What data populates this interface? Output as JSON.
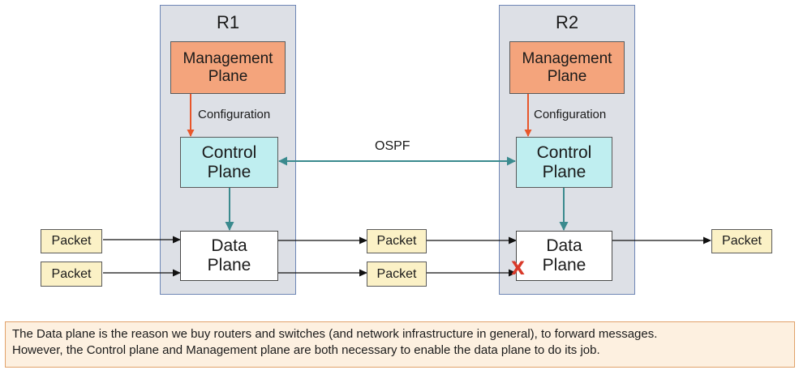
{
  "routers": [
    {
      "title": "R1",
      "management": "Management\nPlane",
      "config_label": "Configuration",
      "control": "Control\nPlane",
      "data": "Data\nPlane"
    },
    {
      "title": "R2",
      "management": "Management\nPlane",
      "config_label": "Configuration",
      "control": "Control\nPlane",
      "data": "Data\nPlane"
    }
  ],
  "protocol_label": "OSPF",
  "packet_label": "Packet",
  "drop_mark": "X",
  "colors": {
    "router_fill": "#dde0e6",
    "management_fill": "#f4a47c",
    "control_fill": "#bfeef0",
    "packet_fill": "#fbf1c6",
    "config_arrow": "#e8562a",
    "control_arrow": "#3a8a8e",
    "drop_mark": "#d93a2a"
  },
  "note": {
    "line1": "The Data plane is the reason we buy routers and switches (and network infrastructure in general), to forward messages.",
    "line2": "However, the Control plane and Management plane are both necessary to enable the data plane to do its job."
  }
}
